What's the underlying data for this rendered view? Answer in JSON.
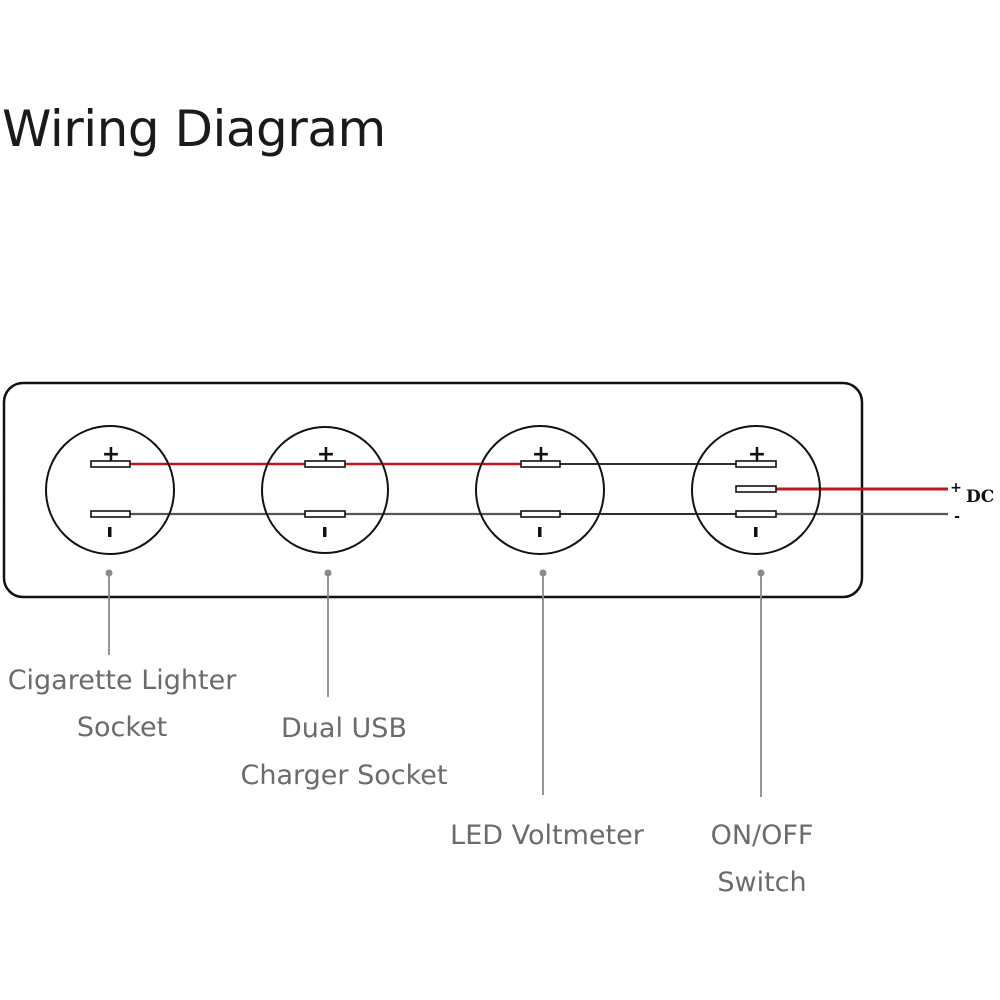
{
  "title": "Wiring Diagram",
  "colors": {
    "positive_wire": "#c0161c",
    "negative_wire": "#555555",
    "outline": "#111111",
    "leader": "#8a8a8a",
    "label_text": "#6b6b6b"
  },
  "components": [
    {
      "id": "cigarette-lighter-socket",
      "label_lines": [
        "Cigarette Lighter",
        "Socket"
      ],
      "terminals": [
        "+",
        "-"
      ]
    },
    {
      "id": "dual-usb-charger-socket",
      "label_lines": [
        "Dual USB",
        "Charger Socket"
      ],
      "terminals": [
        "+",
        "-"
      ]
    },
    {
      "id": "led-voltmeter",
      "label_lines": [
        "LED Voltmeter"
      ],
      "terminals": [
        "+",
        "-"
      ]
    },
    {
      "id": "on-off-switch",
      "label_lines": [
        "ON/OFF",
        "Switch"
      ],
      "terminals": [
        "+",
        "",
        "-"
      ]
    }
  ],
  "symbols": {
    "plus": "+",
    "minus": "-"
  },
  "power_source": {
    "label": "DC",
    "positive": "+",
    "negative": "-"
  },
  "wires": [
    {
      "from": "cigarette-lighter-socket.+",
      "to": "dual-usb-charger-socket.+",
      "color": "red"
    },
    {
      "from": "dual-usb-charger-socket.+",
      "to": "led-voltmeter.+",
      "color": "red"
    },
    {
      "from": "led-voltmeter.+",
      "to": "on-off-switch.+",
      "color": "black"
    },
    {
      "from": "cigarette-lighter-socket.-",
      "to": "dual-usb-charger-socket.-",
      "color": "gray"
    },
    {
      "from": "dual-usb-charger-socket.-",
      "to": "led-voltmeter.-",
      "color": "gray"
    },
    {
      "from": "led-voltmeter.-",
      "to": "on-off-switch.-",
      "color": "black"
    },
    {
      "from": "on-off-switch.middle",
      "to": "DC.+",
      "color": "red"
    },
    {
      "from": "on-off-switch.-",
      "to": "DC.-",
      "color": "gray"
    }
  ]
}
